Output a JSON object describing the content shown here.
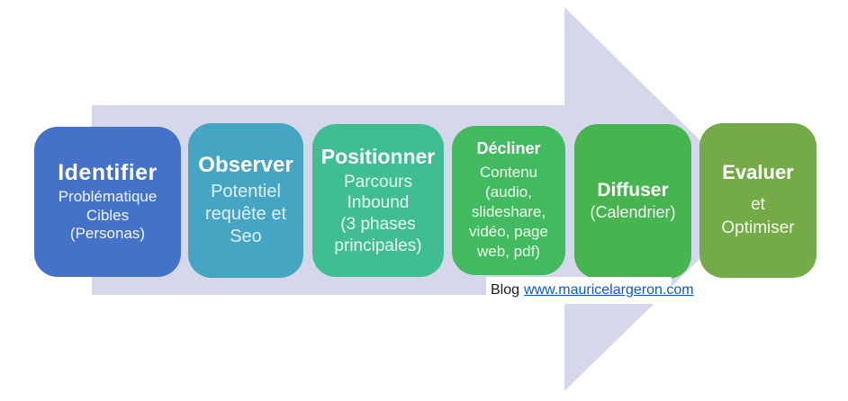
{
  "diagram": {
    "arrow_color": "#d5d8ea",
    "boxes": [
      {
        "title": "Identifier",
        "lines": [
          "Problématique",
          "Cibles",
          "(Personas)"
        ],
        "color": "#4472c8"
      },
      {
        "title": "Observer",
        "lines": [
          "Potentiel",
          "requête et",
          "Seo"
        ],
        "color": "#45a5c3"
      },
      {
        "title": "Positionner",
        "lines": [
          "Parcours",
          "Inbound",
          "(3 phases",
          "principales)"
        ],
        "color": "#41bd92"
      },
      {
        "title": "Décliner",
        "lines": [
          "Contenu",
          "(audio,",
          "slideshare,",
          "vidéo, page",
          "web, pdf)"
        ],
        "color": "#42ba60"
      },
      {
        "title": "Diffuser",
        "lines": [
          "(Calendrier)"
        ],
        "color": "#46b44f"
      },
      {
        "title": "Evaluer",
        "lines": [
          "et",
          "Optimiser"
        ],
        "color": "#74aa47"
      }
    ],
    "footer": {
      "blog_label": "Blog",
      "blog_link_text": "www.mauricelargeron.com",
      "link_color": "#0b5bc5"
    }
  }
}
